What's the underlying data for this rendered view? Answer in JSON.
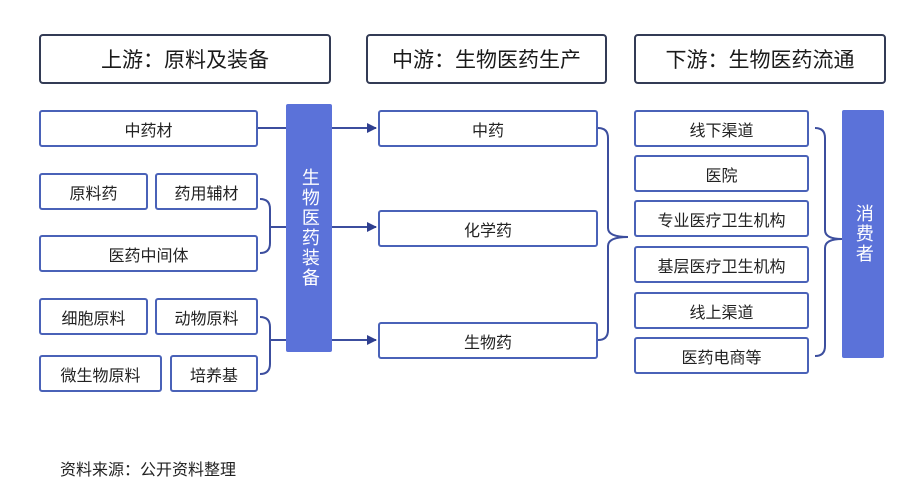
{
  "headers": {
    "upstream": "上游：原料及装备",
    "midstream": "中游：生物医药生产",
    "downstream": "下游：生物医药流通"
  },
  "upstream": {
    "tcm_material": "中药材",
    "api": "原料药",
    "excipient": "药用辅材",
    "intermediate": "医药中间体",
    "cell_material": "细胞原料",
    "animal_material": "动物原料",
    "microbe_material": "微生物原料",
    "culture_medium": "培养基"
  },
  "equipment_bar": "生物医药装备",
  "midstream": {
    "tcm": "中药",
    "chemical": "化学药",
    "biologic": "生物药"
  },
  "downstream": {
    "offline": "线下渠道",
    "hospital": "医院",
    "specialized": "专业医疗卫生机构",
    "primary": "基层医疗卫生机构",
    "online": "线上渠道",
    "ecommerce": "医药电商等"
  },
  "consumer_bar": "消费者",
  "source": "资料来源：公开资料整理"
}
